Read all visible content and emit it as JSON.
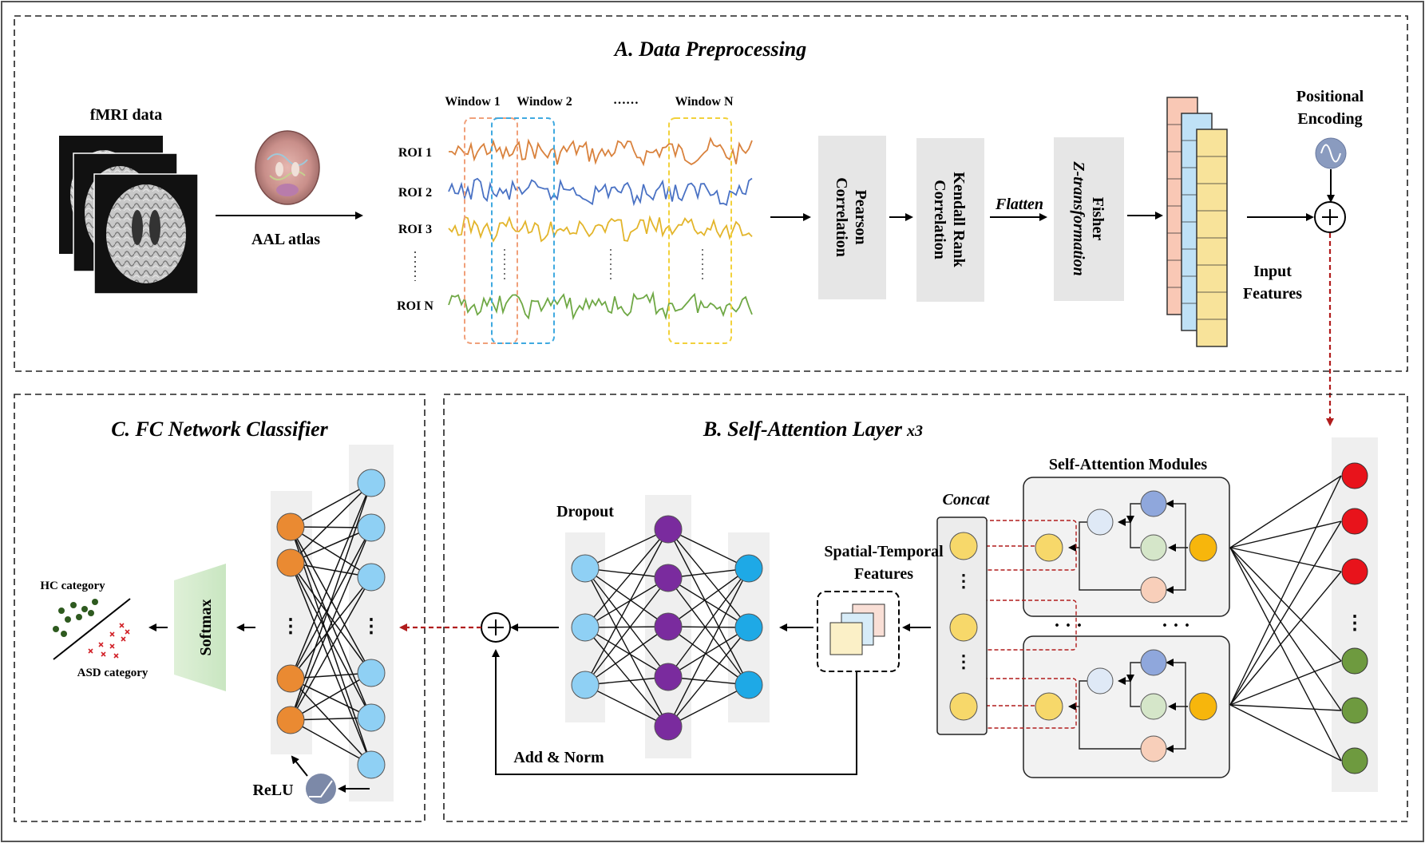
{
  "section_a": {
    "title": "A. Data Preprocessing",
    "fmri_label": "fMRI data",
    "atlas_label": "AAL atlas",
    "windows": [
      "Window 1",
      "Window 2",
      "Window N"
    ],
    "window_ellipsis": "……",
    "roi_labels": [
      "ROI 1",
      "ROI 2",
      "ROI 3",
      "ROI N"
    ],
    "pearson_lines": [
      "Pearson",
      "Correlation"
    ],
    "kendall_lines": [
      "Kendall Rank",
      "Correlation"
    ],
    "flatten_label": "Flatten",
    "fisher_lines": [
      "Fisher",
      "Z-transformation"
    ],
    "positional_lines": [
      "Positional",
      "Encoding"
    ],
    "input_lines": [
      "Input",
      "Features"
    ]
  },
  "section_b": {
    "title": "B. Self-Attention Layer",
    "title_suffix": "x3",
    "modules_label": "Self-Attention Modules",
    "concat_label": "Concat",
    "spatial_lines": [
      "Spatial-Temporal",
      "Features"
    ],
    "dropout_label": "Dropout",
    "addnorm_label": "Add & Norm"
  },
  "section_c": {
    "title": "C. FC Network Classifier",
    "softmax_label": "Softmax",
    "relu_label": "ReLU",
    "hc_label": "HC category",
    "asd_label": "ASD category"
  },
  "colors": {
    "roi_series": [
      "#d9823d",
      "#4a72c4",
      "#e3b52b",
      "#6fa845"
    ],
    "window_boxes": [
      "#f0a07a",
      "#3fa9e0",
      "#f2d13b"
    ],
    "orange_node": "#ea8a32",
    "purple_node": "#7a2b9e",
    "light_blue_node": "#8fd0f4",
    "cyan_node": "#1ea9e6",
    "red_node": "#e8131b",
    "green_node": "#6e9a3f",
    "yellow_node": "#f7d86a",
    "arrow_red": "#b11c1c"
  }
}
